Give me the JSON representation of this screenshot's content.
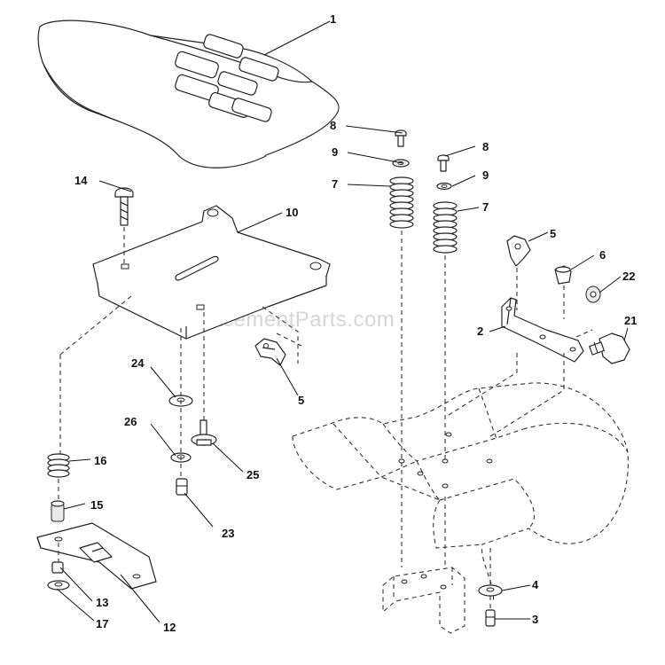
{
  "watermark": "eReplacementParts.com",
  "labels": {
    "p1": "1",
    "p2": "2",
    "p3": "3",
    "p4": "4",
    "p5a": "5",
    "p5b": "5",
    "p6": "6",
    "p7a": "7",
    "p7b": "7",
    "p8a": "8",
    "p8b": "8",
    "p9a": "9",
    "p9b": "9",
    "p10": "10",
    "p12": "12",
    "p13": "13",
    "p14": "14",
    "p15": "15",
    "p16": "16",
    "p17": "17",
    "p21": "21",
    "p22": "22",
    "p23": "23",
    "p24": "24",
    "p25": "25",
    "p26": "26"
  }
}
